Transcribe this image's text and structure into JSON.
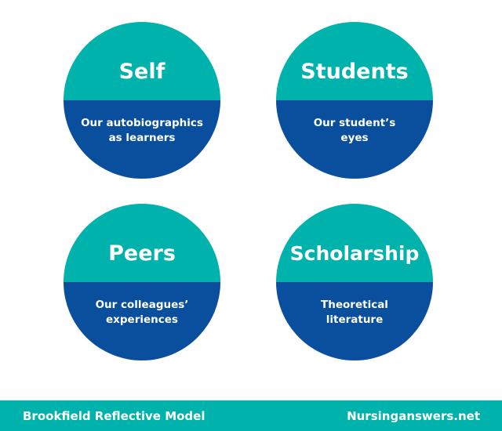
{
  "colors": {
    "teal": "#00b2ac",
    "blue": "#0a4f9e",
    "white": "#ffffff"
  },
  "lenses": [
    {
      "title": "Self",
      "description_lines": [
        "Our autobiographics",
        "as learners"
      ]
    },
    {
      "title": "Students",
      "description_lines": [
        "Our student’s",
        "eyes"
      ]
    },
    {
      "title": "Peers",
      "description_lines": [
        "Our colleagues’",
        "experiences"
      ]
    },
    {
      "title": "Scholarship",
      "description_lines": [
        "Theoretical",
        "literature"
      ]
    }
  ],
  "footer": {
    "title": "Brookfield Reflective Model",
    "site": "Nursinganswers.net"
  }
}
